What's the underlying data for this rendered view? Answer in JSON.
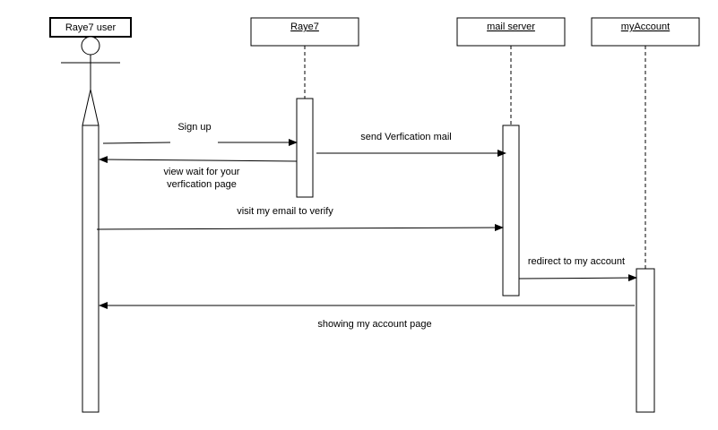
{
  "participants": {
    "user": "Raye7 user",
    "raye7": "Raye7",
    "mail": "mail server",
    "account": "myAccount"
  },
  "messages": {
    "signup": "Sign up",
    "wait_1": "view wait for your",
    "wait_2": "verfication page",
    "send_mail": "send Verfication mail",
    "visit_email": "visit my email to verify",
    "redirect": "redirect to my account",
    "showing": "showing my account page"
  }
}
